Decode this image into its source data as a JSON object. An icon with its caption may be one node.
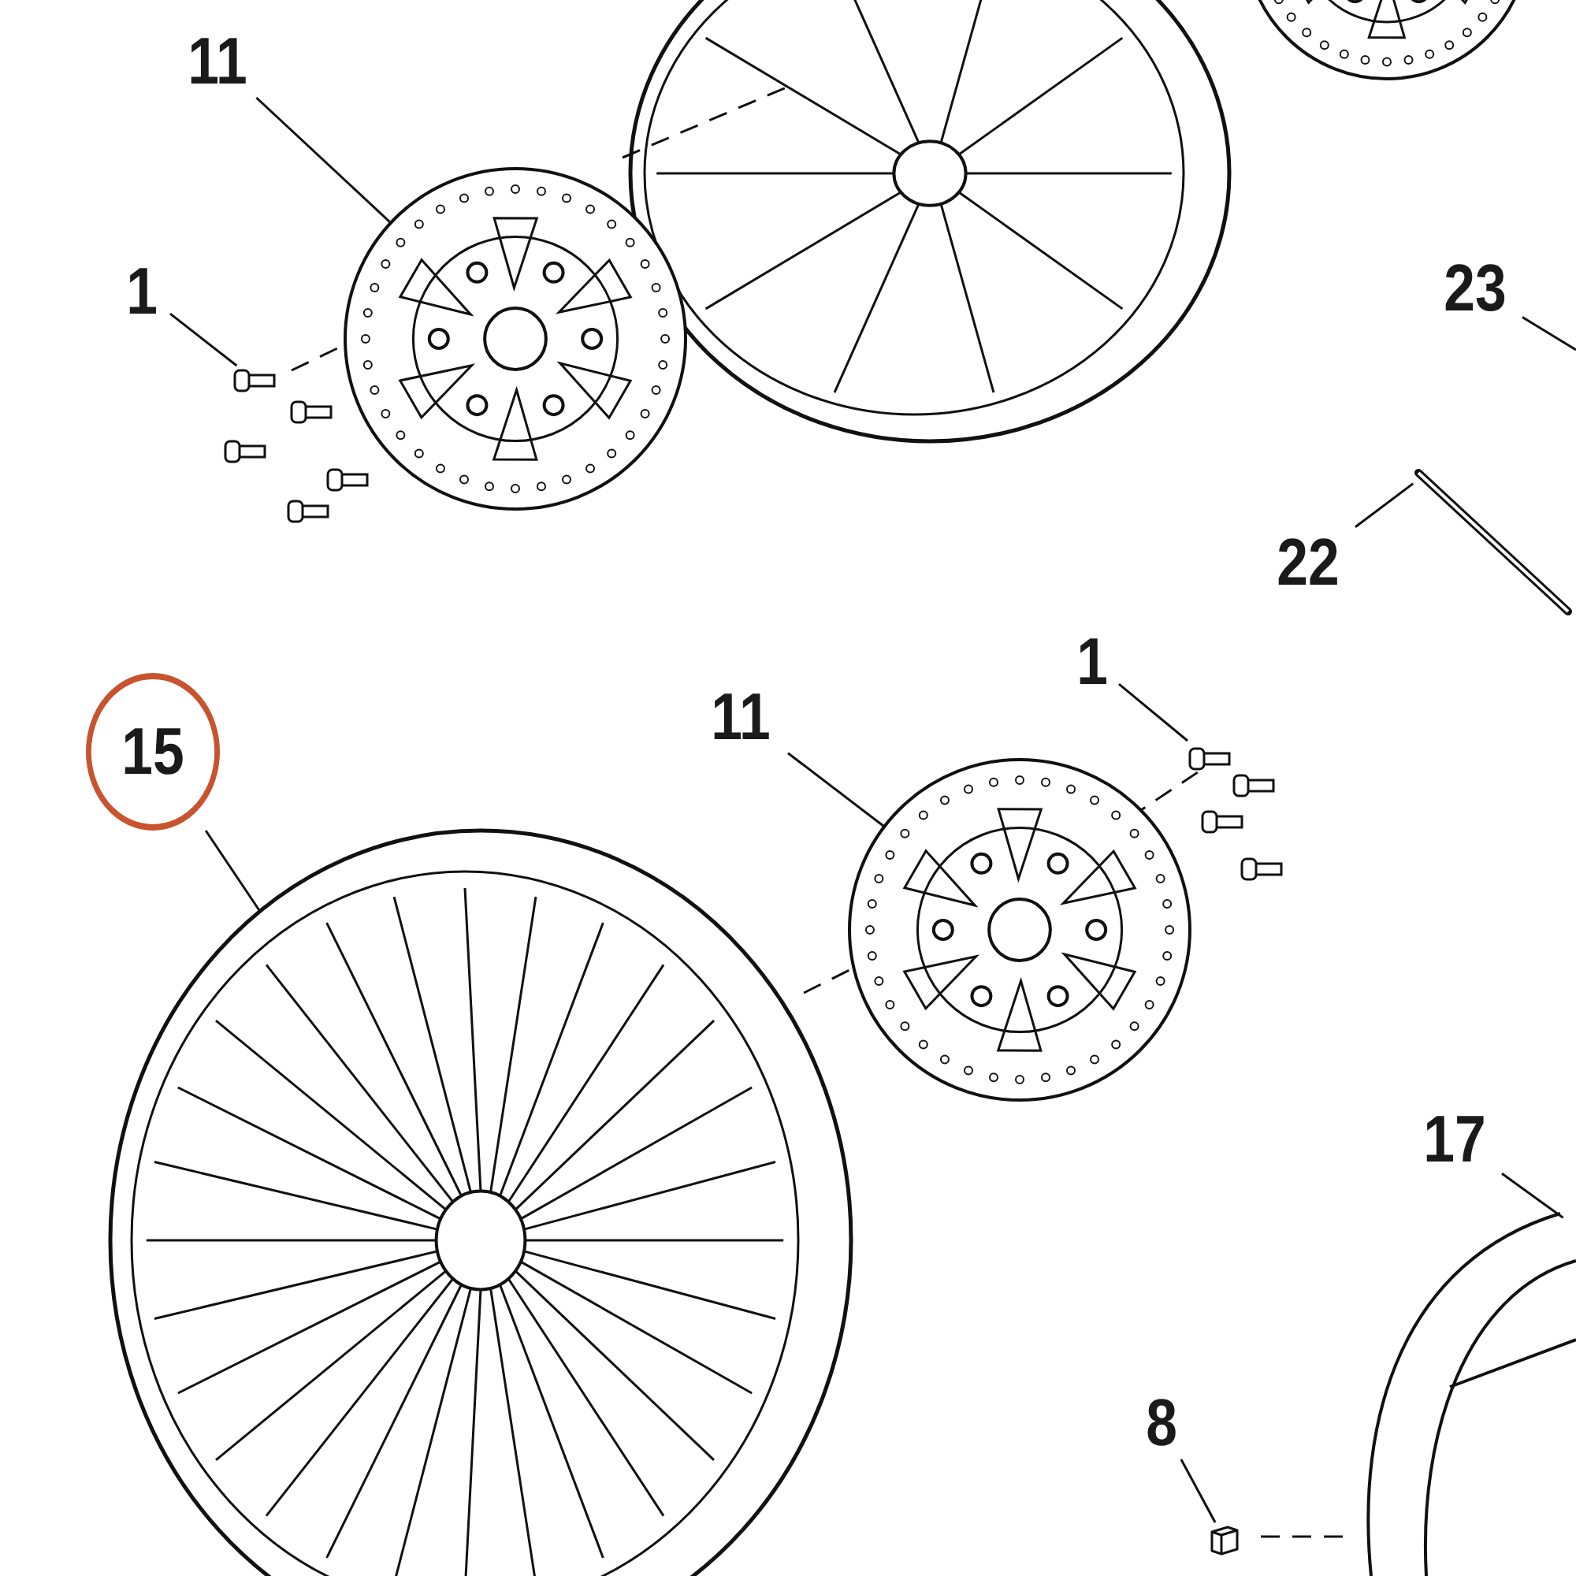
{
  "diagram": {
    "nodes": [
      {
        "text": [
          "11"
        ]
      },
      {
        "text": [],
        "shape": "picture"
      },
      {
        "text": [
          "1"
        ]
      },
      {
        "text": [],
        "shape": "picture"
      },
      {
        "text": [
          "15"
        ]
      },
      {
        "text": [],
        "shape": "picture"
      },
      {
        "text": [
          "11"
        ]
      },
      {
        "text": [],
        "shape": "picture"
      },
      {
        "text": [
          "1"
        ]
      },
      {
        "text": [],
        "shape": "picture"
      },
      {
        "text": [
          "23"
        ]
      },
      {
        "text": [
          "22"
        ]
      },
      {
        "text": [],
        "shape": "picture"
      },
      {
        "text": [
          "17"
        ]
      },
      {
        "text": [],
        "shape": "picture"
      },
      {
        "text": [
          "8"
        ]
      },
      {
        "text": [],
        "shape": "picture"
      }
    ],
    "edges": [
      {
        "from": 0,
        "to": 1,
        "arrow": "none"
      },
      {
        "from": 2,
        "to": 3,
        "arrow": "none"
      },
      {
        "from": 4,
        "to": 5,
        "arrow": "none"
      },
      {
        "from": 6,
        "to": 7,
        "arrow": "none"
      },
      {
        "from": 8,
        "to": 9,
        "arrow": "none"
      },
      {
        "from": 10,
        "to": null,
        "arrow": "none"
      },
      {
        "from": 11,
        "to": 12,
        "arrow": "none"
      },
      {
        "from": 13,
        "to": 14,
        "arrow": "none"
      },
      {
        "from": 15,
        "to": 16,
        "arrow": "none"
      }
    ]
  }
}
